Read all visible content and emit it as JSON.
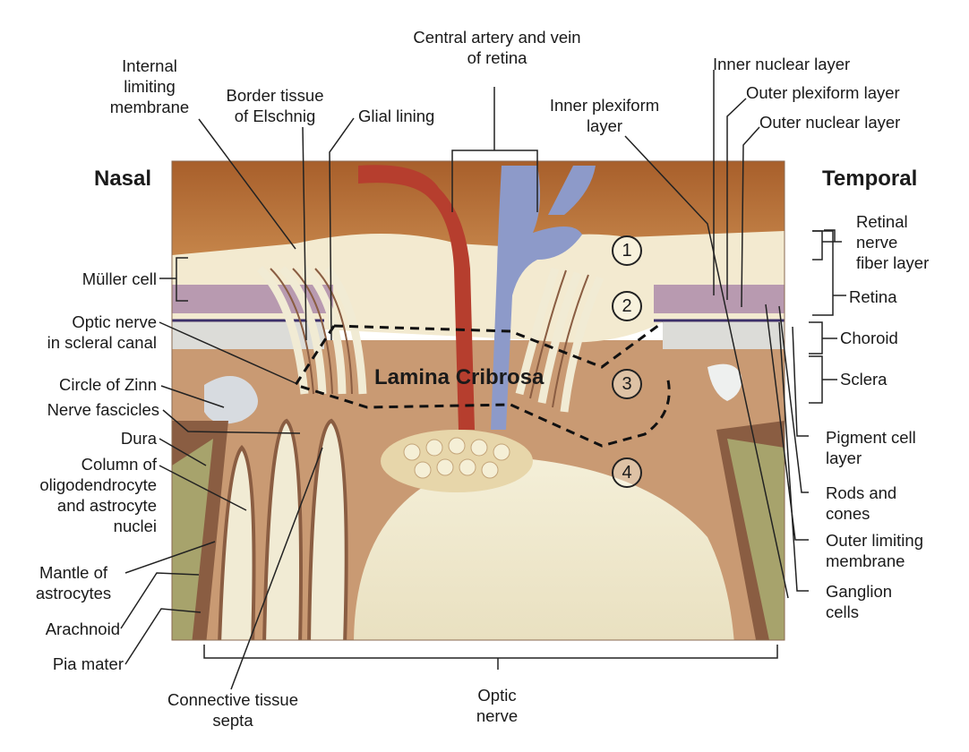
{
  "sides": {
    "nasal": "Nasal",
    "temporal": "Temporal"
  },
  "lamina": "Lamina Cribrosa",
  "numbers": [
    "1",
    "2",
    "3",
    "4"
  ],
  "labels": {
    "central_artery_vein": "Central artery and vein\nof retina",
    "internal_limiting_membrane": "Internal\nlimiting\nmembrane",
    "border_tissue_elschnig": "Border tissue\nof Elschnig",
    "glial_lining": "Glial lining",
    "inner_plexiform_layer": "Inner plexiform\nlayer",
    "inner_nuclear_layer": "Inner nuclear layer",
    "outer_plexiform_layer": "Outer plexiform layer",
    "outer_nuclear_layer": "Outer nuclear layer",
    "muller_cell": "Müller cell",
    "optic_nerve_scleral_canal": "Optic nerve\nin scleral canal",
    "circle_of_zinn": "Circle of Zinn",
    "nerve_fascicles": "Nerve fascicles",
    "dura": "Dura",
    "column_of": "Column of\noligodendrocyte\nand astrocyte\nnuclei",
    "mantle_of_astrocytes": "Mantle of\nastrocytes",
    "arachnoid": "Arachnoid",
    "pia_mater": "Pia mater",
    "connective_tissue_septa": "Connective tissue\nsepta",
    "optic_nerve": "Optic\nnerve",
    "retinal_nerve_fiber_layer": "Retinal\nnerve\nfiber layer",
    "retina": "Retina",
    "choroid": "Choroid",
    "sclera": "Sclera",
    "pigment_cell_layer": "Pigment cell\nlayer",
    "rods_and_cones": "Rods and\ncones",
    "outer_limiting_membrane": "Outer limiting\nmembrane",
    "ganglion_cells": "Ganglion\ncells"
  },
  "colors": {
    "vitreous": "#b97238",
    "retina_cream": "#f3ead0",
    "retina_purple": "#b89ab0",
    "choroid": "#dcdcd8",
    "sclera": "#cfa582",
    "artery": "#b63e2e",
    "vein": "#8d9ac9",
    "nerve": "#f1ebd4",
    "dura": "#8a5d42",
    "arachnoid": "#a7a36c"
  }
}
